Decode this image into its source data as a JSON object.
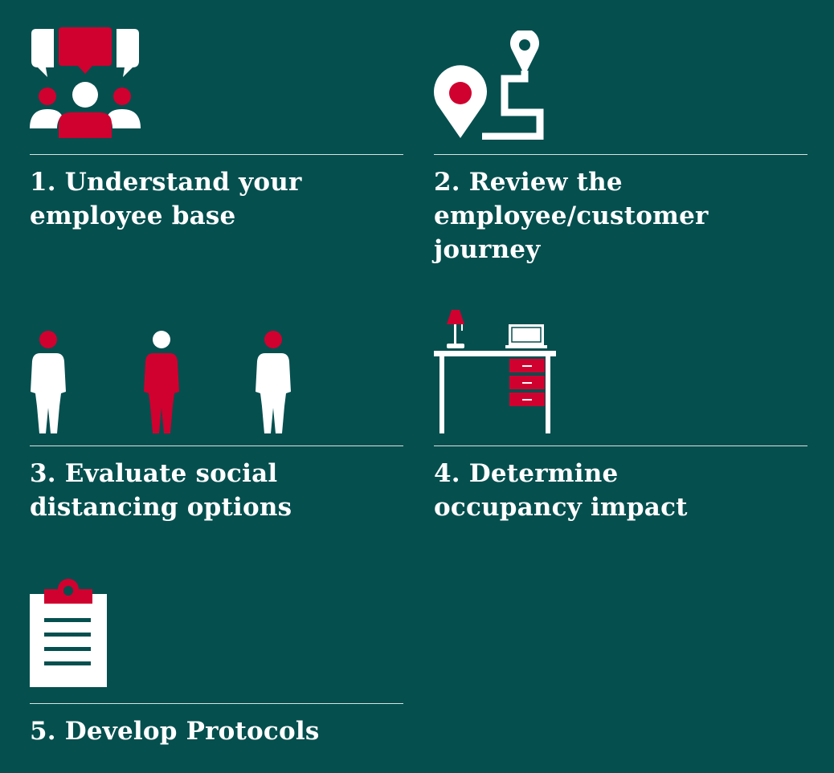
{
  "colors": {
    "background": "#054f4f",
    "accent_red": "#d0002f",
    "white": "#ffffff",
    "rule": "#d9e4e2"
  },
  "steps": [
    {
      "icon": "team-discussion-icon",
      "label_lines": [
        "1. Understand your",
        "employee base"
      ]
    },
    {
      "icon": "journey-map-pin-icon",
      "label_lines": [
        "2. Review the",
        "employee/customer",
        "journey"
      ]
    },
    {
      "icon": "social-distancing-people-icon",
      "label_lines": [
        "3. Evaluate social",
        "distancing options"
      ]
    },
    {
      "icon": "office-desk-icon",
      "label_lines": [
        "4. Determine",
        "occupancy impact"
      ]
    },
    {
      "icon": "clipboard-icon",
      "label_lines": [
        "5. Develop Protocols"
      ]
    }
  ]
}
